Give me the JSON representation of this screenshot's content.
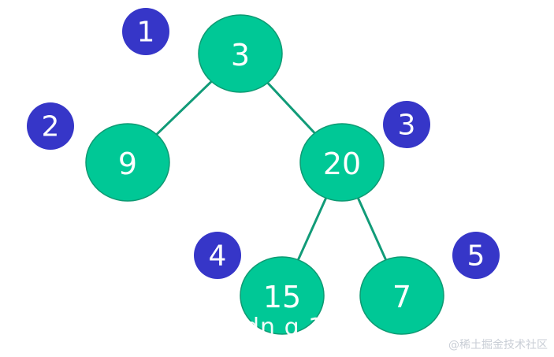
{
  "colors": {
    "node_fill": "#00c896",
    "node_stroke": "#0f9a73",
    "edge": "#119b78",
    "badge_fill": "#3636c8",
    "text": "#ffffff"
  },
  "tree": {
    "nodes": [
      {
        "id": "n3",
        "label": "3"
      },
      {
        "id": "n9",
        "label": "9"
      },
      {
        "id": "n20",
        "label": "20"
      },
      {
        "id": "n15",
        "label": "15"
      },
      {
        "id": "n7",
        "label": "7"
      }
    ],
    "edges": [
      {
        "from": "n3",
        "to": "n9"
      },
      {
        "from": "n3",
        "to": "n20"
      },
      {
        "from": "n20",
        "to": "n15"
      },
      {
        "from": "n20",
        "to": "n7"
      }
    ]
  },
  "badges": [
    "1",
    "2",
    "3",
    "4",
    "5"
  ],
  "overlay_text": "dn  g 17",
  "watermark": "@稀土掘金技术社区"
}
